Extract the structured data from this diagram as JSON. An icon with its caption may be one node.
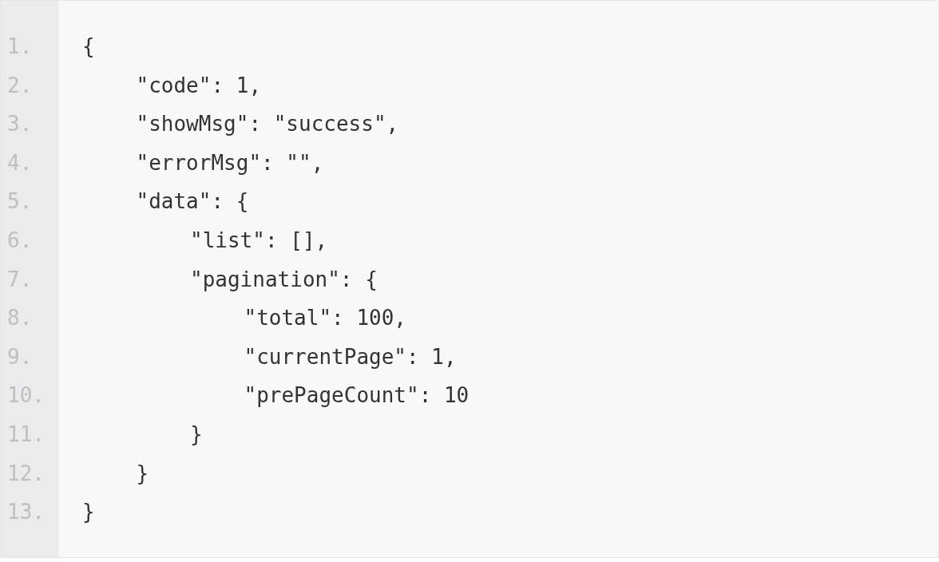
{
  "diagram": {
    "labels": [
      "1.",
      "{",
      "2.",
      "\"code\": 1,",
      "3.",
      "\"showMsg\": \"success\",",
      "4.",
      "\"errorMsg\": \"\",",
      "5.",
      "\"data\": {",
      "6.",
      "\"list\": [],",
      "7.",
      "\"pagination\": {",
      "8.",
      "\"total\": 100,",
      "9.",
      "\"currentPage\": 1,",
      "10.",
      "\"prePageCount\": 10",
      "11.",
      "}",
      "12.",
      "}",
      "13.",
      "}"
    ]
  }
}
